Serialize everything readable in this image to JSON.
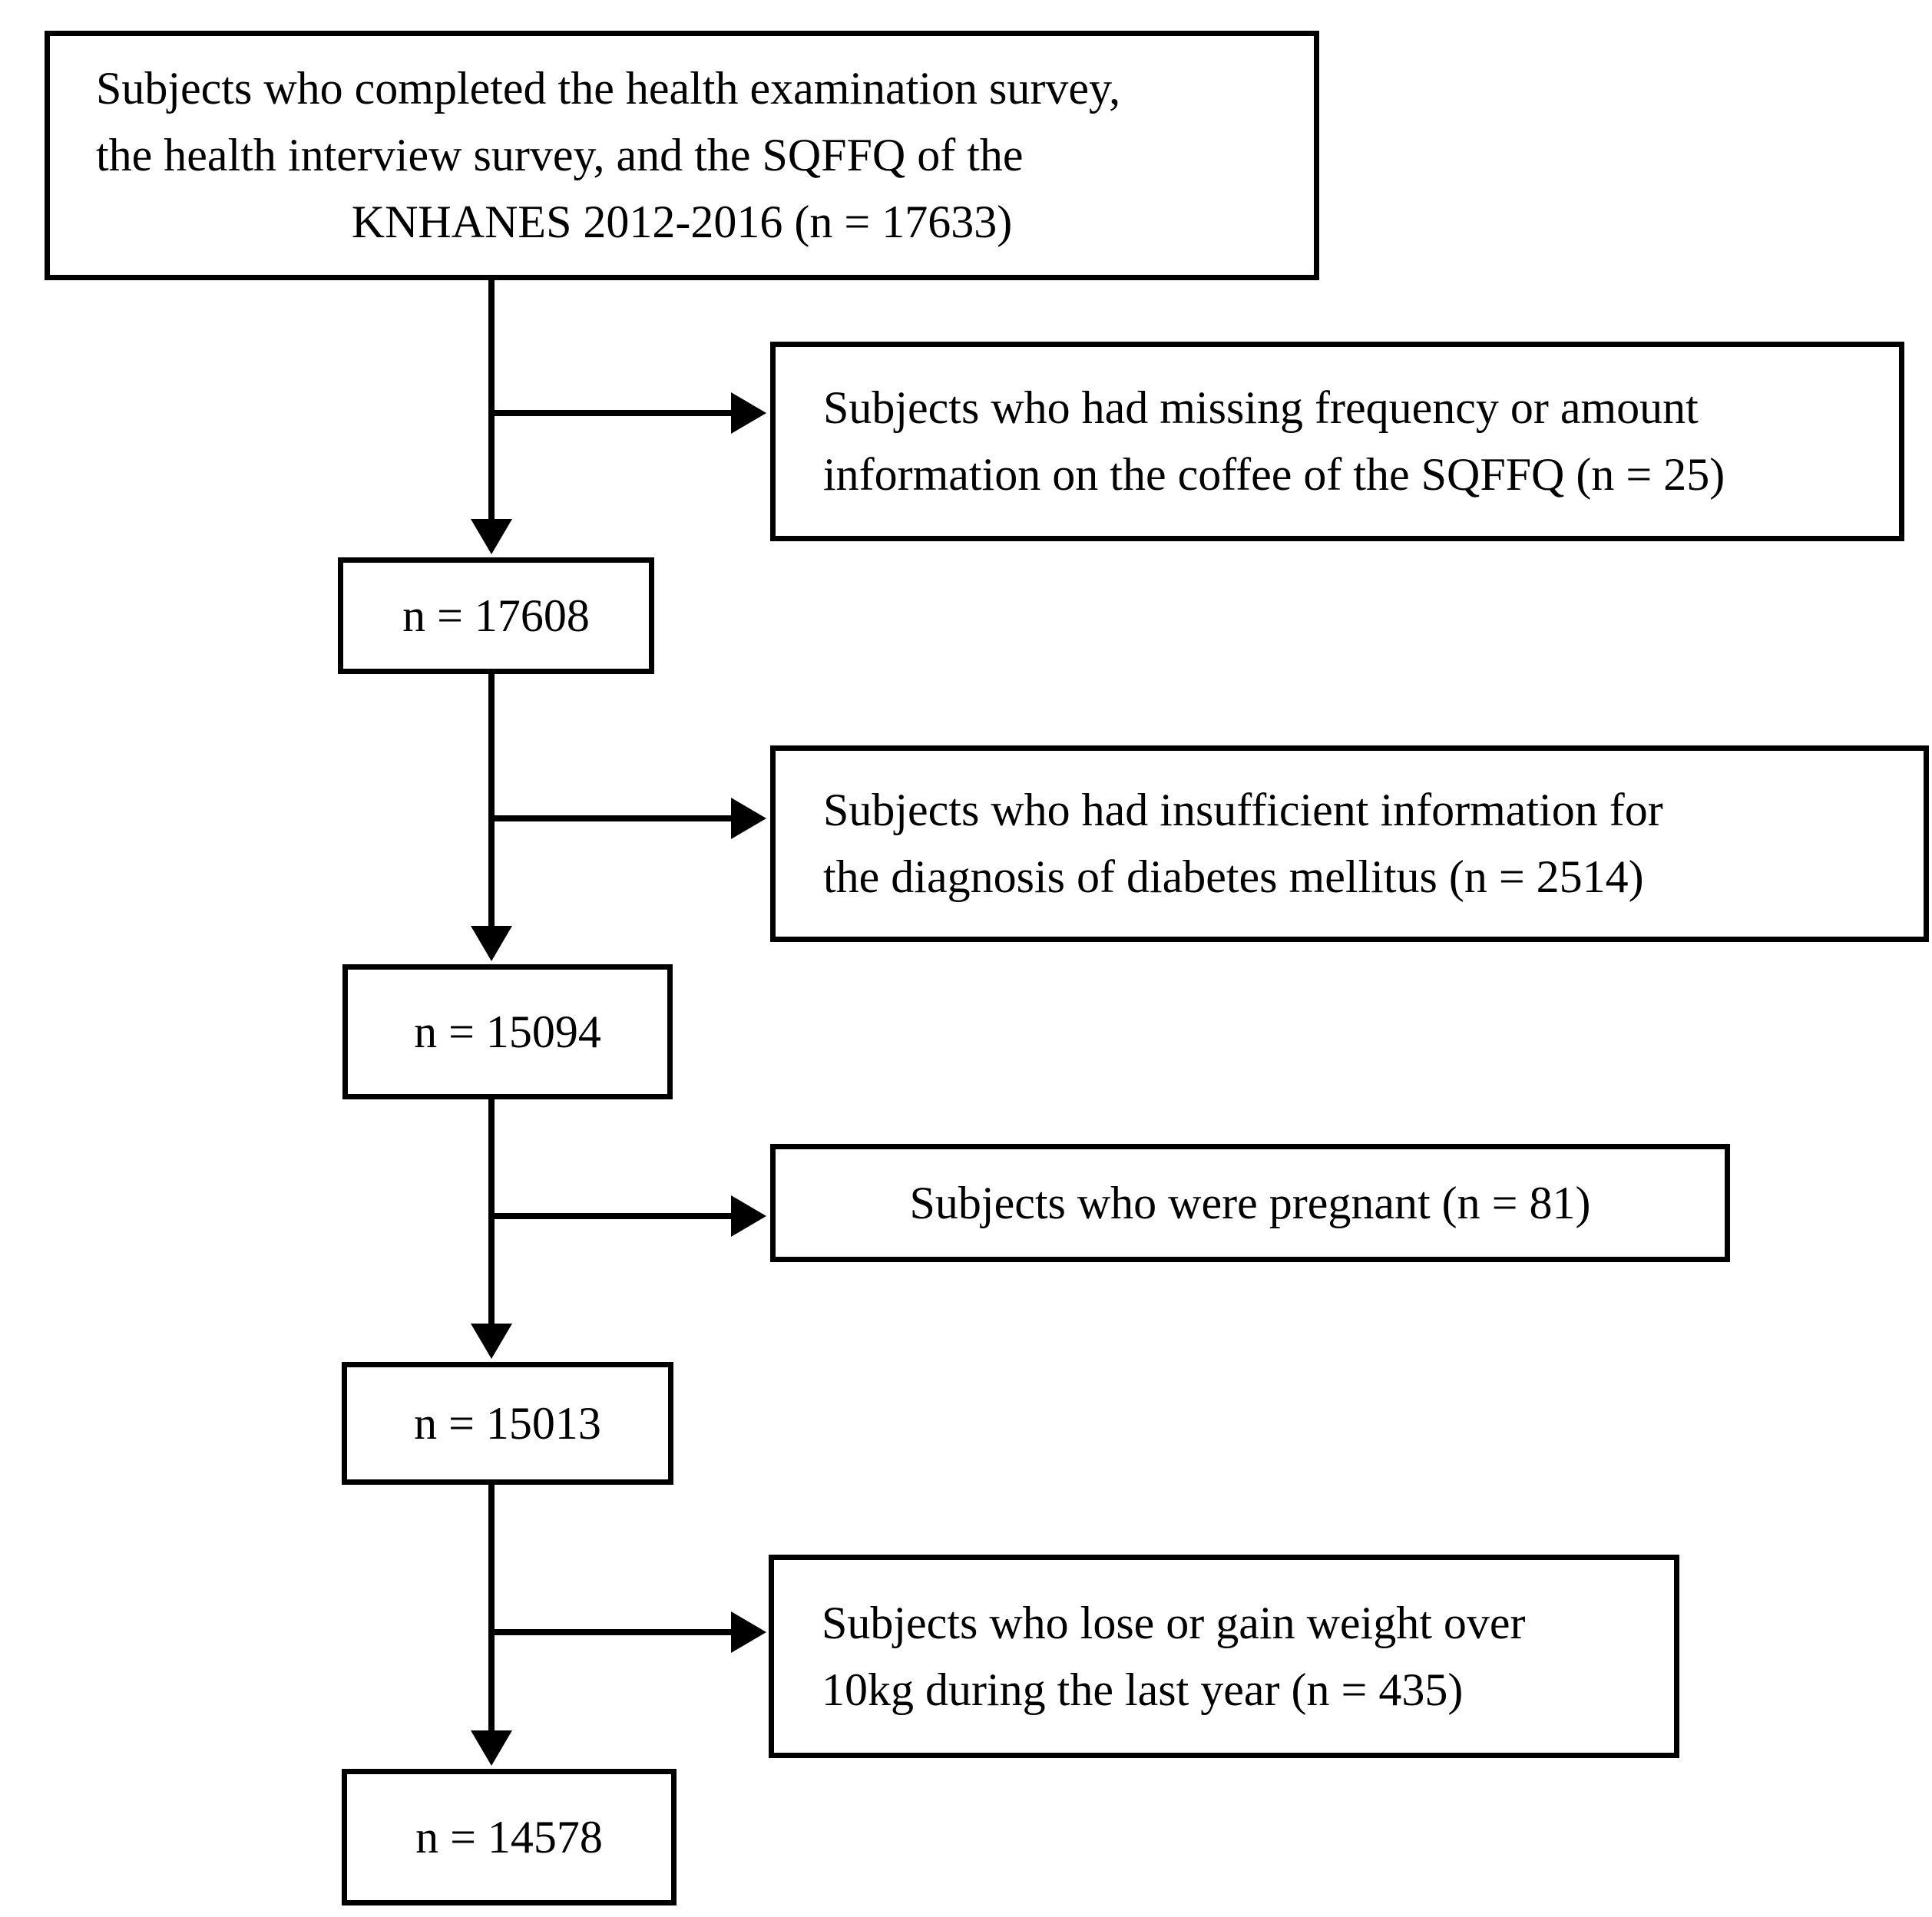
{
  "colors": {
    "ink": "#000000",
    "background": "#ffffff"
  },
  "flowchart": {
    "title_box": {
      "n": "17633",
      "lines": [
        "Subjects who completed the health examination survey,",
        "the health interview survey, and the SQFFQ of the",
        "KNHANES 2012-2016 (n = 17633)"
      ]
    },
    "exclusion_boxes": [
      {
        "n": "25",
        "lines": [
          "Subjects who had missing frequency or amount",
          "information on the coffee of the SQFFQ (n = 25)"
        ]
      },
      {
        "n": "2514",
        "lines": [
          "Subjects who had insufficient information for",
          "the diagnosis of diabetes mellitus (n = 2514)"
        ]
      },
      {
        "n": "81",
        "lines": [
          "Subjects who were pregnant (n = 81)"
        ]
      },
      {
        "n": "435",
        "lines": [
          "Subjects who lose or gain weight over",
          "10kg during the last year (n = 435)"
        ]
      }
    ],
    "count_boxes": [
      {
        "label": "n = 17608"
      },
      {
        "label": "n = 15094"
      },
      {
        "label": "n = 15013"
      },
      {
        "label": "n = 14578"
      }
    ]
  }
}
